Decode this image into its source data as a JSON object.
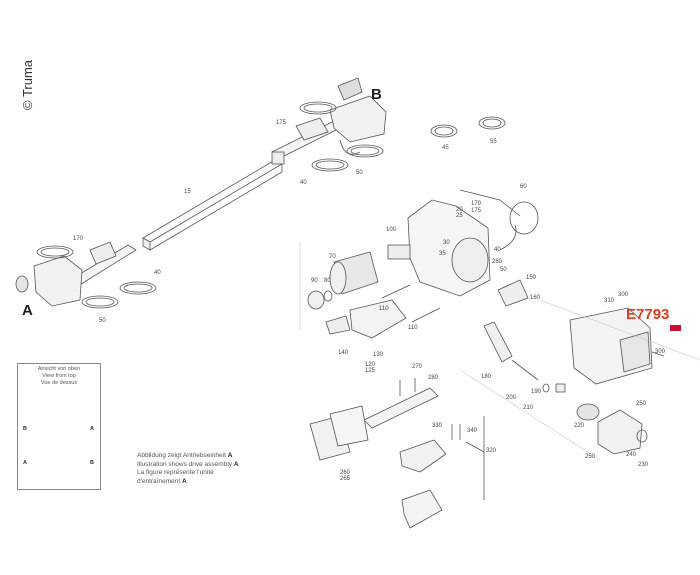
{
  "copyright": "© Truma",
  "drawing_code": "E7793",
  "badge_color": "#c8102e",
  "code_color": "#e03a1e",
  "assemblies": {
    "a": "A",
    "b": "B"
  },
  "part_labels": {
    "p15": "15",
    "p170_a": "170",
    "p40_a": "40",
    "p50_a": "50",
    "p175_b": "175",
    "p40_b": "40",
    "p50_b": "50",
    "p45": "45",
    "p55": "55",
    "p60": "60",
    "p170_m": "170",
    "p175_m": "175",
    "p20": "20",
    "p25": "25",
    "p100": "100",
    "p30": "30",
    "p35": "35",
    "p40_m": "40",
    "p280_m": "280",
    "p50_m": "50",
    "p150": "150",
    "p160": "160",
    "p70": "70",
    "p90": "90",
    "p80": "80",
    "p110_a": "110",
    "p110_b": "110",
    "p140": "140",
    "p130": "130",
    "p120": "120",
    "p125": "125",
    "p270": "270",
    "p280": "280",
    "p260": "260",
    "p265": "265",
    "p330": "330",
    "p340": "340",
    "p320": "320",
    "p300_a": "300",
    "p310": "310",
    "p300_b": "300",
    "p180": "180",
    "p190": "190",
    "p200": "200",
    "p210": "210",
    "p220": "220",
    "p250_a": "250",
    "p250_b": "250",
    "p240": "240",
    "p230": "230"
  },
  "inset": {
    "title_de": "Ansicht von oben",
    "title_en": "View from top",
    "title_fr": "Vue de dessus",
    "tags": [
      "B",
      "A",
      "A",
      "B"
    ]
  },
  "caption": {
    "line1": "Abbildung zeigt Antriebseinheit",
    "line2": "Illustration shows drive assembly",
    "line3": "La figure représente l'unité",
    "line4": "d'entraînement",
    "assembly_ref": "A"
  }
}
